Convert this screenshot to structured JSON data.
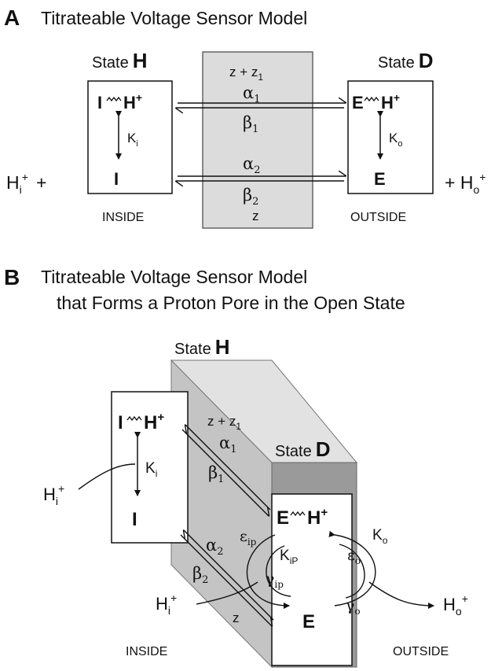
{
  "panel_a": {
    "letter": "A",
    "title": "Titrateable Voltage Sensor Model",
    "state_h_label": "State",
    "state_h_letter": "H",
    "state_d_label": "State",
    "state_d_letter": "D",
    "membrane_top": "z + z",
    "membrane_top_sub": "1",
    "alpha1": "α",
    "alpha1_sub": "1",
    "beta1": "β",
    "beta1_sub": "1",
    "alpha2": "α",
    "alpha2_sub": "2",
    "beta2": "β",
    "beta2_sub": "2",
    "membrane_bottom": "z",
    "ih": "I",
    "ih_h": "H",
    "ih_plus": "+",
    "i": "I",
    "ki": "K",
    "ki_sub": "i",
    "eh": "E",
    "eh_h": "H",
    "eh_plus": "+",
    "e": "E",
    "ko": "K",
    "ko_sub": "o",
    "hi": "H",
    "hi_sub": "i",
    "hi_sup": "+",
    "hi_plus": "+",
    "ho_plus": "+ H",
    "ho_sub": "o",
    "ho_sup": "+",
    "inside": "INSIDE",
    "outside": "OUTSIDE"
  },
  "panel_b": {
    "letter": "B",
    "title_line1": "Titrateable Voltage Sensor Model",
    "title_line2": "that Forms a Proton Pore in the Open State",
    "state_h_label": "State",
    "state_h_letter": "H",
    "state_d_label": "State",
    "state_d_letter": "D",
    "membrane_top": "z + z",
    "membrane_top_sub": "1",
    "alpha1": "α",
    "alpha1_sub": "1",
    "beta1": "β",
    "beta1_sub": "1",
    "alpha2": "α",
    "alpha2_sub": "2",
    "beta2": "β",
    "beta2_sub": "2",
    "membrane_bottom": "z",
    "ih": "I",
    "ih_h": "H",
    "ih_plus": "+",
    "i": "I",
    "ki": "K",
    "ki_sub": "i",
    "eh": "E",
    "eh_h": "H",
    "eh_plus": "+",
    "e": "E",
    "kip": "K",
    "kip_sub": "iP",
    "ko": "K",
    "ko_sub": "o",
    "eps_ip": "ε",
    "eps_ip_sub": "ip",
    "gamma_ip": "γ",
    "gamma_ip_sub": "ip",
    "eps_o": "ε",
    "eps_o_sub": "o",
    "gamma_o": "γ",
    "gamma_o_sub": "o",
    "hi_left": "H",
    "hi_left_sub": "i",
    "hi_left_sup": "+",
    "hi_bottom": "H",
    "hi_bottom_sub": "i",
    "hi_bottom_sup": "+",
    "ho": "H",
    "ho_sub": "o",
    "ho_sup": "+",
    "inside": "INSIDE",
    "outside": "OUTSIDE"
  },
  "colors": {
    "membrane_a": "#dcdcdc",
    "slab_front": "#c4c4c4",
    "slab_top": "#e2e2e2",
    "slab_side": "#9a9a9a"
  }
}
